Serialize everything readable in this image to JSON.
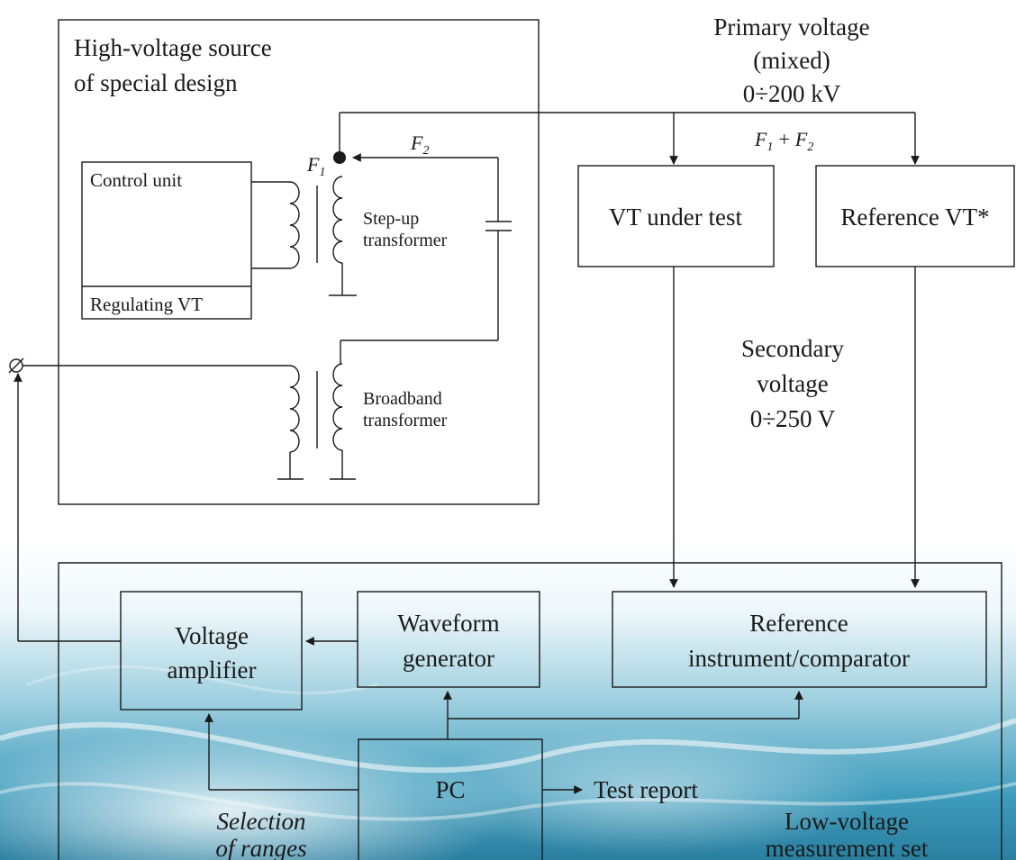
{
  "hv_source": {
    "title_line1": "High-voltage source",
    "title_line2": "of special design",
    "control_unit": "Control unit",
    "regulating_vt": "Regulating VT",
    "step_up_line1": "Step-up",
    "step_up_line2": "transformer",
    "broadband_line1": "Broadband",
    "broadband_line2": "transformer",
    "f1": "F",
    "f1_sub": "1",
    "f2": "F",
    "f2_sub": "2"
  },
  "primary_voltage": {
    "line1": "Primary voltage",
    "line2": "(mixed)",
    "line3": "0÷200 kV",
    "sum_f1": "F",
    "sum_f1_sub": "1",
    "sum_plus": "+",
    "sum_f2": "F",
    "sum_f2_sub": "2"
  },
  "vt_under_test": "VT under test",
  "reference_vt": "Reference VT*",
  "secondary_voltage": {
    "line1": "Secondary",
    "line2": "voltage",
    "line3": "0÷250 V"
  },
  "low_voltage_set": {
    "voltage_amplifier_line1": "Voltage",
    "voltage_amplifier_line2": "amplifier",
    "waveform_generator_line1": "Waveform",
    "waveform_generator_line2": "generator",
    "reference_instrument_line1": "Reference",
    "reference_instrument_line2": "instrument/comparator",
    "pc": "PC",
    "test_report": "Test report",
    "selection_line1": "Selection",
    "selection_line2": "of ranges",
    "set_label_line1": "Low-voltage",
    "set_label_line2": "measurement set"
  },
  "colors": {
    "line": "#1a1a1a",
    "background_teal": "#2f8fb0",
    "background_light": "#e8f4f8"
  }
}
